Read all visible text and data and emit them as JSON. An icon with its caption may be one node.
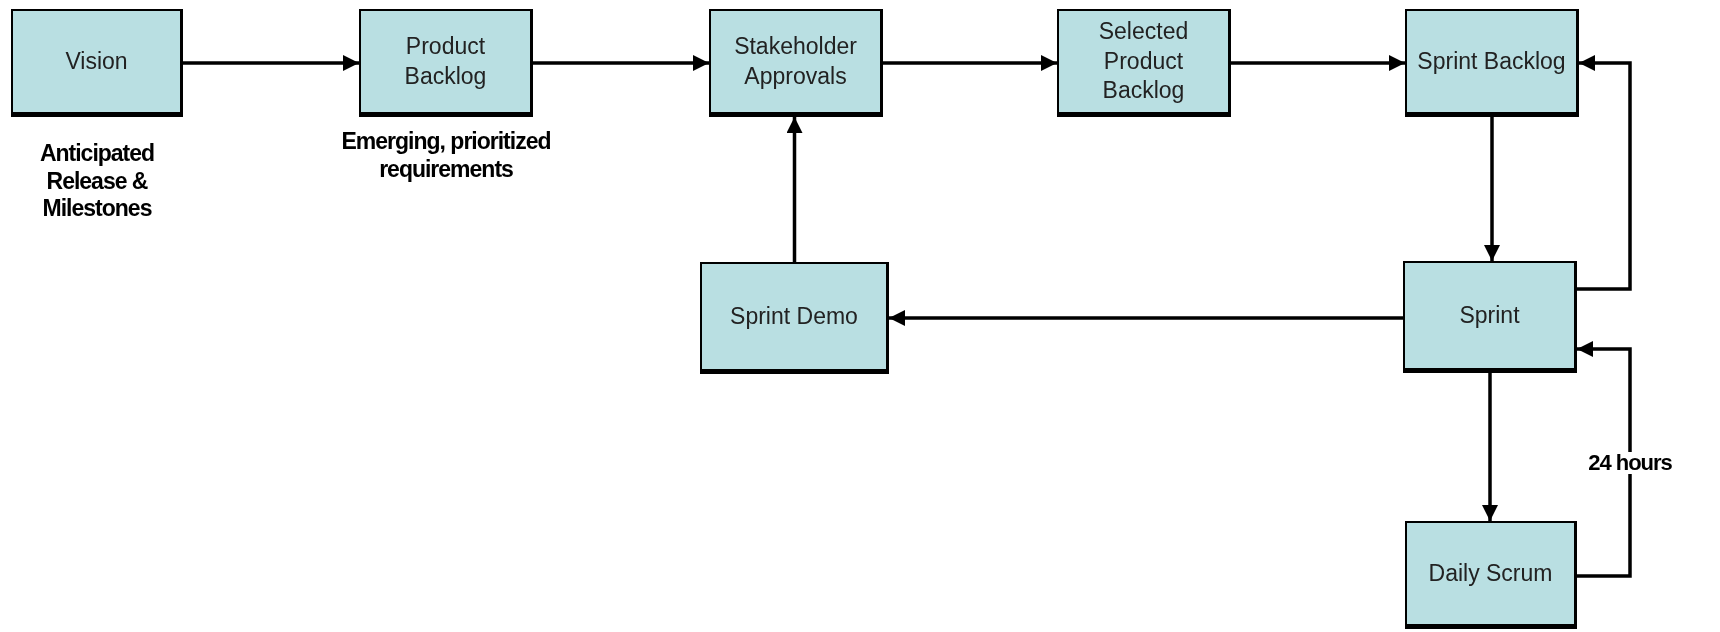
{
  "diagram": {
    "nodes": [
      {
        "text": [
          "Vision"
        ],
        "beside": [
          "Anticipated Release & Milestones"
        ]
      },
      {
        "text": [
          "Product Backlog"
        ],
        "beside": [
          "Emerging, prioritized requirements"
        ]
      },
      {
        "text": [
          "Stakeholder Approvals"
        ]
      },
      {
        "text": [
          "Selected Product Backlog"
        ]
      },
      {
        "text": [
          "Sprint Backlog"
        ]
      },
      {
        "text": [
          "Sprint Demo"
        ]
      },
      {
        "text": [
          "Sprint"
        ]
      },
      {
        "text": [
          "Daily Scrum"
        ]
      }
    ],
    "edges": [
      {
        "from": 0,
        "to": 1,
        "arrow": "to"
      },
      {
        "from": 1,
        "to": 2,
        "arrow": "to"
      },
      {
        "from": 2,
        "to": 3,
        "arrow": "to"
      },
      {
        "from": 3,
        "to": 4,
        "arrow": "to"
      },
      {
        "from": 4,
        "to": 6,
        "arrow": "to"
      },
      {
        "from": 6,
        "to": 4,
        "arrow": "to"
      },
      {
        "from": 6,
        "to": 5,
        "arrow": "to"
      },
      {
        "from": 5,
        "to": 2,
        "arrow": "to"
      },
      {
        "from": 6,
        "to": 7,
        "arrow": "to"
      },
      {
        "from": 7,
        "to": 6,
        "arrow": "to",
        "label": "24 hours"
      }
    ]
  }
}
